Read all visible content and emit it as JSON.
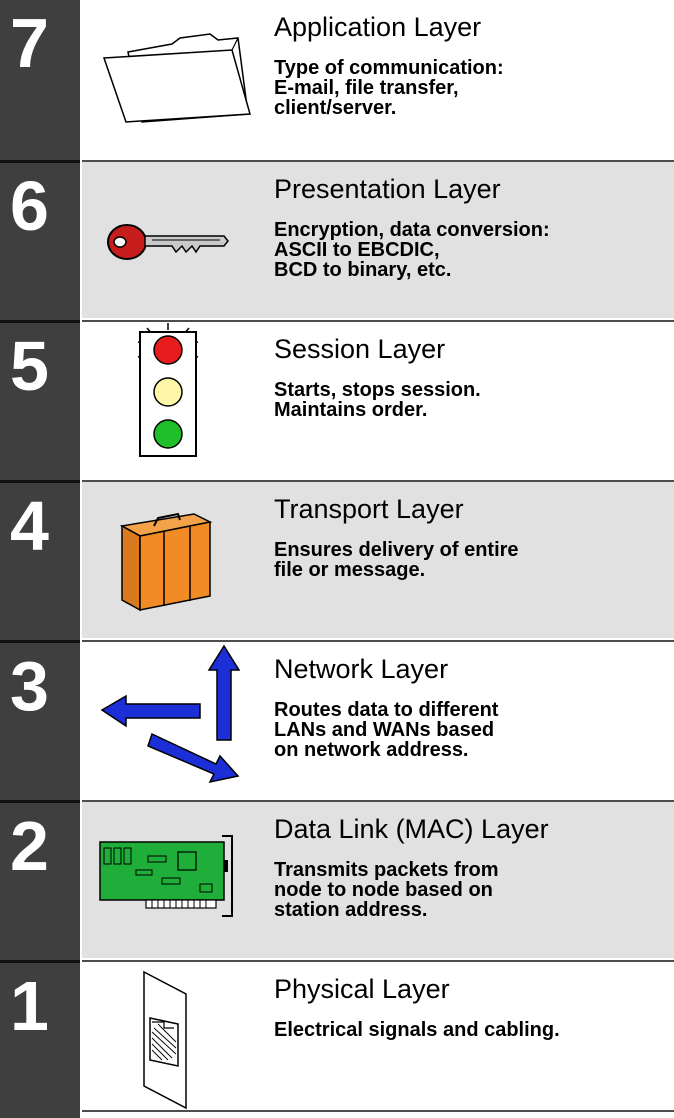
{
  "layers": [
    {
      "number": "7",
      "title": "Application Layer",
      "description": "Type of communication:\nE-mail, file transfer,\nclient/server.",
      "icon": "folder-icon",
      "background": "#ffffff"
    },
    {
      "number": "6",
      "title": "Presentation Layer",
      "description": "Encryption, data conversion:\nASCII to EBCDIC,\nBCD to binary, etc.",
      "icon": "key-icon",
      "background": "#e1e1e1"
    },
    {
      "number": "5",
      "title": "Session Layer",
      "description": "Starts, stops session.\nMaintains order.",
      "icon": "traffic-light-icon",
      "background": "#ffffff"
    },
    {
      "number": "4",
      "title": "Transport Layer",
      "description": "Ensures delivery of entire\nfile or message.",
      "icon": "suitcase-icon",
      "background": "#e1e1e1"
    },
    {
      "number": "3",
      "title": "Network Layer",
      "description": "Routes data to different\nLANs and WANs based\non network address.",
      "icon": "routing-arrows-icon",
      "background": "#ffffff"
    },
    {
      "number": "2",
      "title": "Data Link (MAC) Layer",
      "description": "Transmits packets from\nnode to node based on\nstation address.",
      "icon": "network-card-icon",
      "background": "#e1e1e1"
    },
    {
      "number": "1",
      "title": "Physical Layer",
      "description": "Electrical signals and cabling.",
      "icon": "network-jack-icon",
      "background": "#ffffff"
    }
  ],
  "colors": {
    "number_column": "#3f3f3f",
    "number_text": "#ffffff",
    "top_rule": "#1a2a8c",
    "row_gray": "#e1e1e1",
    "row_white": "#ffffff"
  }
}
